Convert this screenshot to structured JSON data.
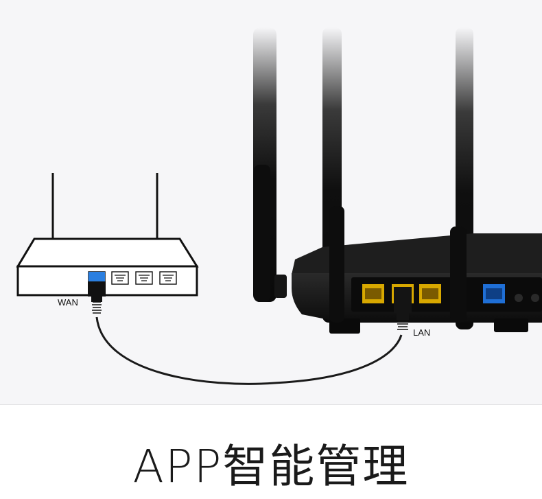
{
  "labels": {
    "wan": "WAN",
    "lan": "LAN"
  },
  "headline": "APP智能管理",
  "colors": {
    "background": "#f6f6f8",
    "router_body": "#111111",
    "lan_port": "#d8a800",
    "wan_port": "#1f6fd6",
    "connector_blue": "#2b7fe0",
    "cable": "#1a1a1a"
  },
  "icons": [
    "simple-router-icon",
    "black-router-photo",
    "ethernet-cable-icon"
  ]
}
